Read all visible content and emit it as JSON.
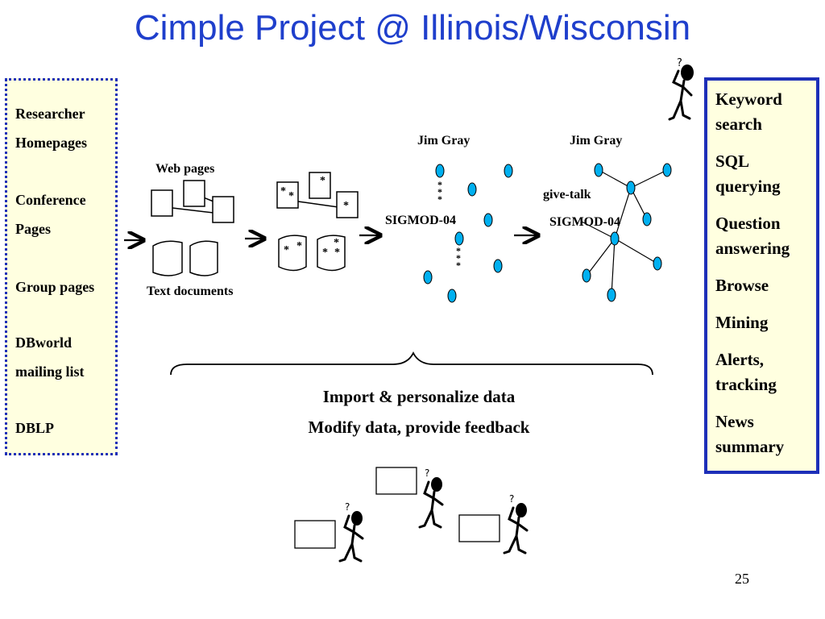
{
  "title": "Cimple Project @ Illinois/Wisconsin",
  "sources": [
    "Researcher",
    "Homepages",
    "Conference",
    "Pages",
    "Group pages",
    "DBworld",
    "mailing list",
    "DBLP"
  ],
  "services": [
    "Keyword search",
    "SQL querying",
    "Question answering",
    "Browse",
    "Mining",
    "Alerts, tracking",
    "News summary"
  ],
  "diagram": {
    "web_pages_label": "Web pages",
    "text_documents_label": "Text documents",
    "graph1_top_label": "Jim Gray",
    "graph1_mid_label": "SIGMOD-04",
    "graph2_top_label": "Jim Gray",
    "graph2_edge_label": "give-talk",
    "graph2_mid_label": "SIGMOD-04",
    "star": "*"
  },
  "captions": {
    "line1": "Import & personalize data",
    "line2": "Modify data, provide feedback"
  },
  "page_number": "25"
}
